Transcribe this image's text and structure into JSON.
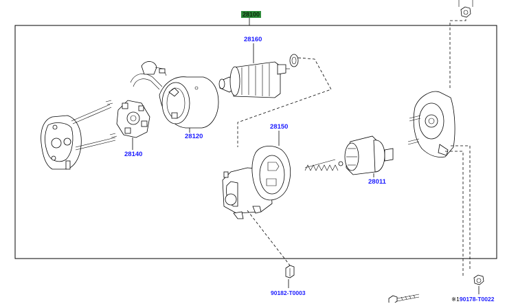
{
  "assembly": {
    "part_no": "28100"
  },
  "components": [
    {
      "id": "armature",
      "label": "28160"
    },
    {
      "id": "field-frame",
      "label": "28120"
    },
    {
      "id": "brush-holder",
      "label": "28140"
    },
    {
      "id": "magnetic-switch",
      "label": "28150"
    },
    {
      "id": "clutch",
      "label": "28011"
    }
  ],
  "fasteners": [
    {
      "id": "bolt",
      "label": "90182-T0003"
    },
    {
      "id": "nut",
      "label": "90178-T0022",
      "prefix": "※1"
    }
  ],
  "colors": {
    "label": "#1a1aff",
    "header_bg": "#2e8b3a",
    "line": "#000000"
  }
}
